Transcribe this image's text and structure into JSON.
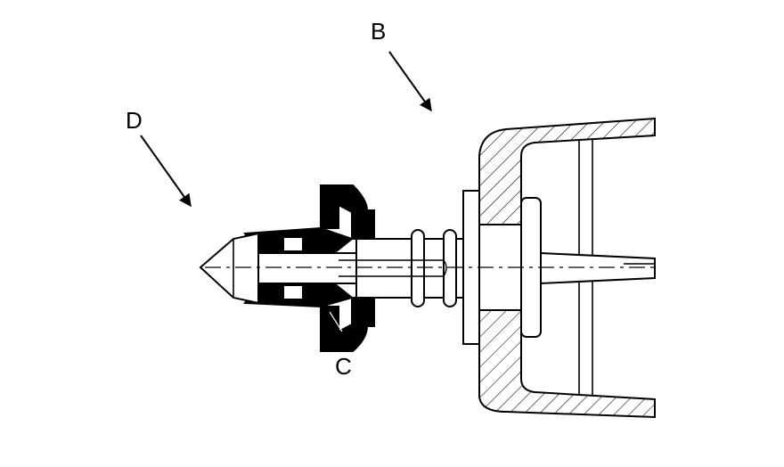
{
  "callouts": {
    "b": "B",
    "c": "C",
    "d": "D"
  },
  "colors": {
    "ink": "#000000",
    "paper": "#ffffff"
  }
}
